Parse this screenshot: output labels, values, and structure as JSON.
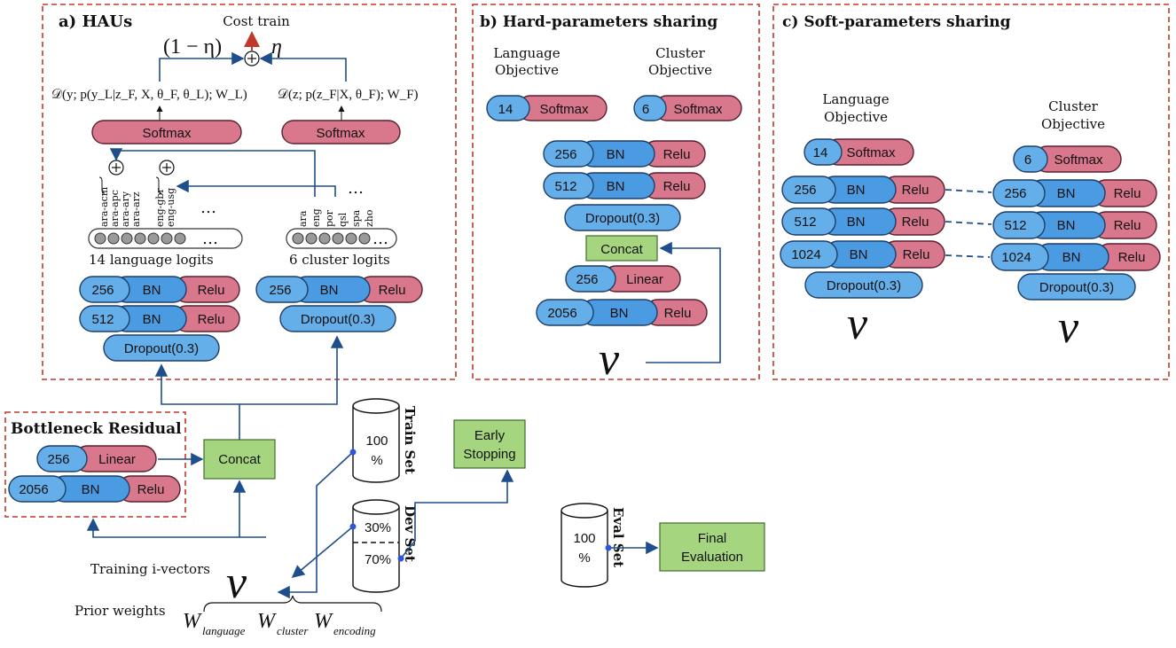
{
  "panels": {
    "a": {
      "title": "a) HAUs"
    },
    "b": {
      "title": "b) Hard-parameters sharing"
    },
    "c": {
      "title": "c) Soft-parameters sharing"
    },
    "bottleneck": {
      "title": "Bottleneck Residual"
    }
  },
  "haus": {
    "cost_train": "Cost train",
    "one_minus_eta": "(1 − η)",
    "eta": "η",
    "plus": "⊕",
    "loss_language": "𝒟(y; p(y_L|z_F, X, θ_F, θ_L); W_L)",
    "loss_cluster": "𝒟(z; p(z_F|X, θ_F); W_F)",
    "softmax": "Softmax",
    "lang_labels": [
      "ara-acm",
      "ara-apc",
      "ara-ary",
      "ara-arz",
      "eng-gbr",
      "eng-usg"
    ],
    "cluster_labels": [
      "ara",
      "eng",
      "por",
      "qsl",
      "spa",
      "zho"
    ],
    "ellipsis": "…",
    "lang_logits": "14 language logits",
    "cluster_logits": "6 cluster logits",
    "left_stack": [
      {
        "num": "256",
        "bn": "BN",
        "act": "Relu"
      },
      {
        "num": "512",
        "bn": "BN",
        "act": "Relu"
      }
    ],
    "left_dropout": "Dropout(0.3)",
    "right_stack": [
      {
        "num": "256",
        "bn": "BN",
        "act": "Relu"
      }
    ],
    "right_dropout": "Dropout(0.3)"
  },
  "hard": {
    "lang_obj": [
      "Language",
      "Objective"
    ],
    "cluster_obj": [
      "Cluster",
      "Objective"
    ],
    "lang_softmax": {
      "num": "14",
      "label": "Softmax"
    },
    "cluster_softmax": {
      "num": "6",
      "label": "Softmax"
    },
    "stack": [
      {
        "num": "256",
        "bn": "BN",
        "act": "Relu"
      },
      {
        "num": "512",
        "bn": "BN",
        "act": "Relu"
      }
    ],
    "dropout": "Dropout(0.3)",
    "concat": "Concat",
    "linear": {
      "num": "256",
      "label": "Linear"
    },
    "bottom": {
      "num": "2056",
      "bn": "BN",
      "act": "Relu"
    },
    "v": "v"
  },
  "soft": {
    "lang_obj": [
      "Language",
      "Objective"
    ],
    "cluster_obj": [
      "Cluster",
      "Objective"
    ],
    "lang_softmax": {
      "num": "14",
      "label": "Softmax"
    },
    "cluster_softmax": {
      "num": "6",
      "label": "Softmax"
    },
    "lang_stack": [
      {
        "num": "256",
        "bn": "BN",
        "act": "Relu"
      },
      {
        "num": "512",
        "bn": "BN",
        "act": "Relu"
      },
      {
        "num": "1024",
        "bn": "BN",
        "act": "Relu"
      }
    ],
    "cluster_stack": [
      {
        "num": "256",
        "bn": "BN",
        "act": "Relu"
      },
      {
        "num": "512",
        "bn": "BN",
        "act": "Relu"
      },
      {
        "num": "1024",
        "bn": "BN",
        "act": "Relu"
      }
    ],
    "dropout": "Dropout(0.3)",
    "v": "v"
  },
  "bottleneck": {
    "linear": {
      "num": "256",
      "label": "Linear"
    },
    "bottom": {
      "num": "2056",
      "bn": "BN",
      "act": "Relu"
    }
  },
  "pipeline": {
    "concat": "Concat",
    "train_pct": [
      "100",
      "%"
    ],
    "train_set": "Train Set",
    "dev_30": "30%",
    "dev_70": "70%",
    "dev_set": "Dev Set",
    "early_stopping": [
      "Early",
      "Stopping"
    ],
    "eval_pct": [
      "100",
      "%"
    ],
    "eval_set": "Eval Set",
    "final_eval": [
      "Final",
      "Evaluation"
    ],
    "training_ivectors": "Training i-vectors",
    "v": "v",
    "prior_weights": "Prior weights",
    "w": "W",
    "w_language": "language",
    "w_cluster": "cluster",
    "w_encoding": "encoding"
  }
}
